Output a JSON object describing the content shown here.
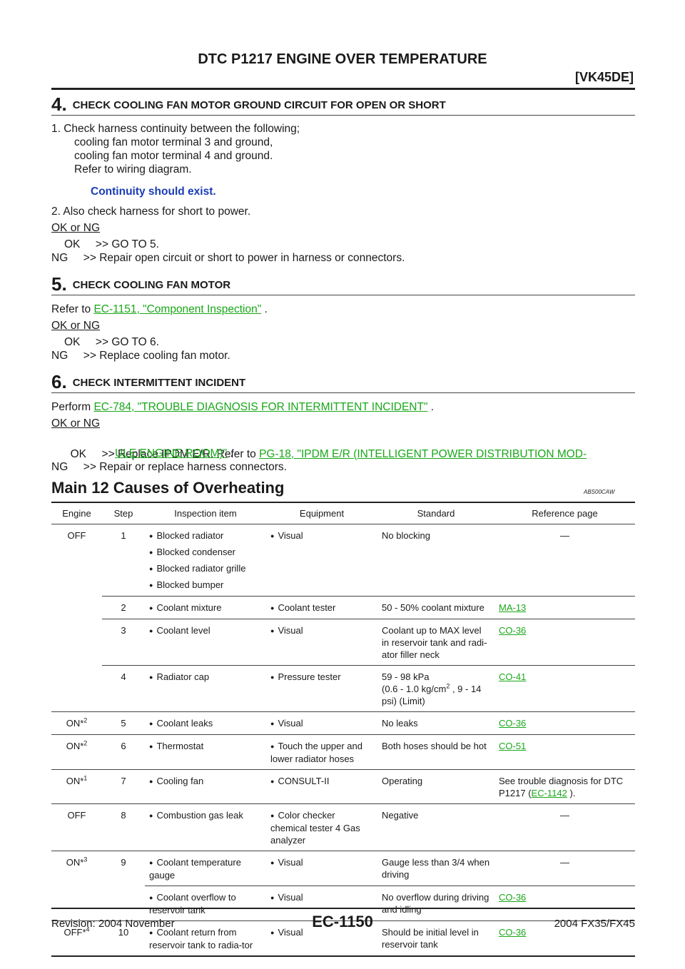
{
  "header": {
    "title": "DTC P1217 ENGINE OVER TEMPERATURE",
    "model": "[VK45DE]"
  },
  "step4": {
    "num": "4.",
    "title": "CHECK COOLING FAN MOTOR GROUND CIRCUIT FOR OPEN OR SHORT",
    "line1": "1.   Check harness continuity between the following;",
    "line2": "cooling fan motor terminal 3 and ground,",
    "line3": "cooling fan motor terminal 4 and ground.",
    "line4": "Refer to wiring diagram.",
    "spec": "Continuity should exist.",
    "line5": "2.   Also check harness for short to power.",
    "okng": "OK or NG",
    "ok": "OK     >> GO TO 5.",
    "ng": "NG     >> Repair open circuit or short to power in harness or connectors."
  },
  "step5": {
    "num": "5.",
    "title": "CHECK COOLING FAN MOTOR",
    "refer": "Refer to ",
    "link": "EC-1151, \"Component Inspection\"",
    "after": " .",
    "okng": "OK or NG",
    "ok": "OK     >> GO TO 6.",
    "ng": "NG     >> Replace cooling fan motor."
  },
  "step6": {
    "num": "6.",
    "title": "CHECK INTERMITTENT INCIDENT",
    "perform": "Perform ",
    "link": "EC-784, \"TROUBLE DIAGNOSIS FOR INTERMITTENT INCIDENT\"",
    "after": " .",
    "okng": "OK or NG",
    "ok_pre": "OK     >> Replace IPDM E/R. Refer to ",
    "ok_link1": "PG-18, \"IPDM E/R (INTELLIGENT POWER DISTRIBUTION MOD-",
    "ok_link2": "ULE ENGINE ROOM)\"",
    "ok_after": " .",
    "ng": "NG     >> Repair or replace harness connectors."
  },
  "section": {
    "title": "Main 12 Causes of Overheating",
    "code": "ABS00CAW"
  },
  "table": {
    "headers": [
      "Engine",
      "Step",
      "Inspection item",
      "Equipment",
      "Standard",
      "Reference page"
    ],
    "r1": {
      "engine": "OFF",
      "step": "1",
      "items": [
        "Blocked radiator",
        "Blocked condenser",
        "Blocked radiator grille",
        "Blocked bumper"
      ],
      "equip": "Visual",
      "std": "No blocking",
      "ref": "—"
    },
    "r2": {
      "step": "2",
      "item": "Coolant mixture",
      "equip": "Coolant tester",
      "std": "50 - 50% coolant mixture",
      "ref": "MA-13"
    },
    "r3": {
      "step": "3",
      "item": "Coolant level",
      "equip": "Visual",
      "std": "Coolant up to MAX level in reservoir tank and radi-ator filler neck",
      "ref": "CO-36"
    },
    "r4": {
      "step": "4",
      "item": "Radiator cap",
      "equip": "Pressure tester",
      "std1": "59 - 98 kPa",
      "std2": "(0.6 - 1.0 kg/cm",
      "std_sup": "2",
      "std3": " , 9 - 14 psi) (Limit)",
      "ref": "CO-41"
    },
    "r5": {
      "engine": "ON*",
      "sup": "2",
      "step": "5",
      "item": "Coolant leaks",
      "equip": "Visual",
      "std": "No leaks",
      "ref": "CO-36"
    },
    "r6": {
      "engine": "ON*",
      "sup": "2",
      "step": "6",
      "item": "Thermostat",
      "equip": "Touch the upper and lower radiator hoses",
      "std": "Both hoses should be hot",
      "ref": "CO-51"
    },
    "r7": {
      "engine": "ON*",
      "sup": "1",
      "step": "7",
      "item": "Cooling fan",
      "equip": "CONSULT-II",
      "std": "Operating",
      "ref_pre": "See trouble diagnosis for DTC P1217 (",
      "ref_link": "EC-1142",
      "ref_post": " )."
    },
    "r8": {
      "engine": "OFF",
      "step": "8",
      "item": "Combustion gas leak",
      "equip": "Color checker chemical tester 4 Gas analyzer",
      "std": "Negative",
      "ref": "—"
    },
    "r9": {
      "engine": "ON*",
      "sup": "3",
      "step": "9",
      "item": "Coolant temperature gauge",
      "equip": "Visual",
      "std": "Gauge less than 3/4 when driving",
      "ref": "—"
    },
    "r9b": {
      "item": "Coolant overflow to reservoir tank",
      "equip": "Visual",
      "std": "No overflow during driving and idling",
      "ref": "CO-36"
    },
    "r10": {
      "engine": "OFF*",
      "sup": "4",
      "step": "10",
      "item": "Coolant return from reservoir tank to radia-tor",
      "equip": "Visual",
      "std": "Should be initial level in reservoir tank",
      "ref": "CO-36"
    }
  },
  "footer": {
    "revision": "Revision: 2004 November",
    "page": "EC-1150",
    "vehicle": "2004 FX35/FX45"
  }
}
